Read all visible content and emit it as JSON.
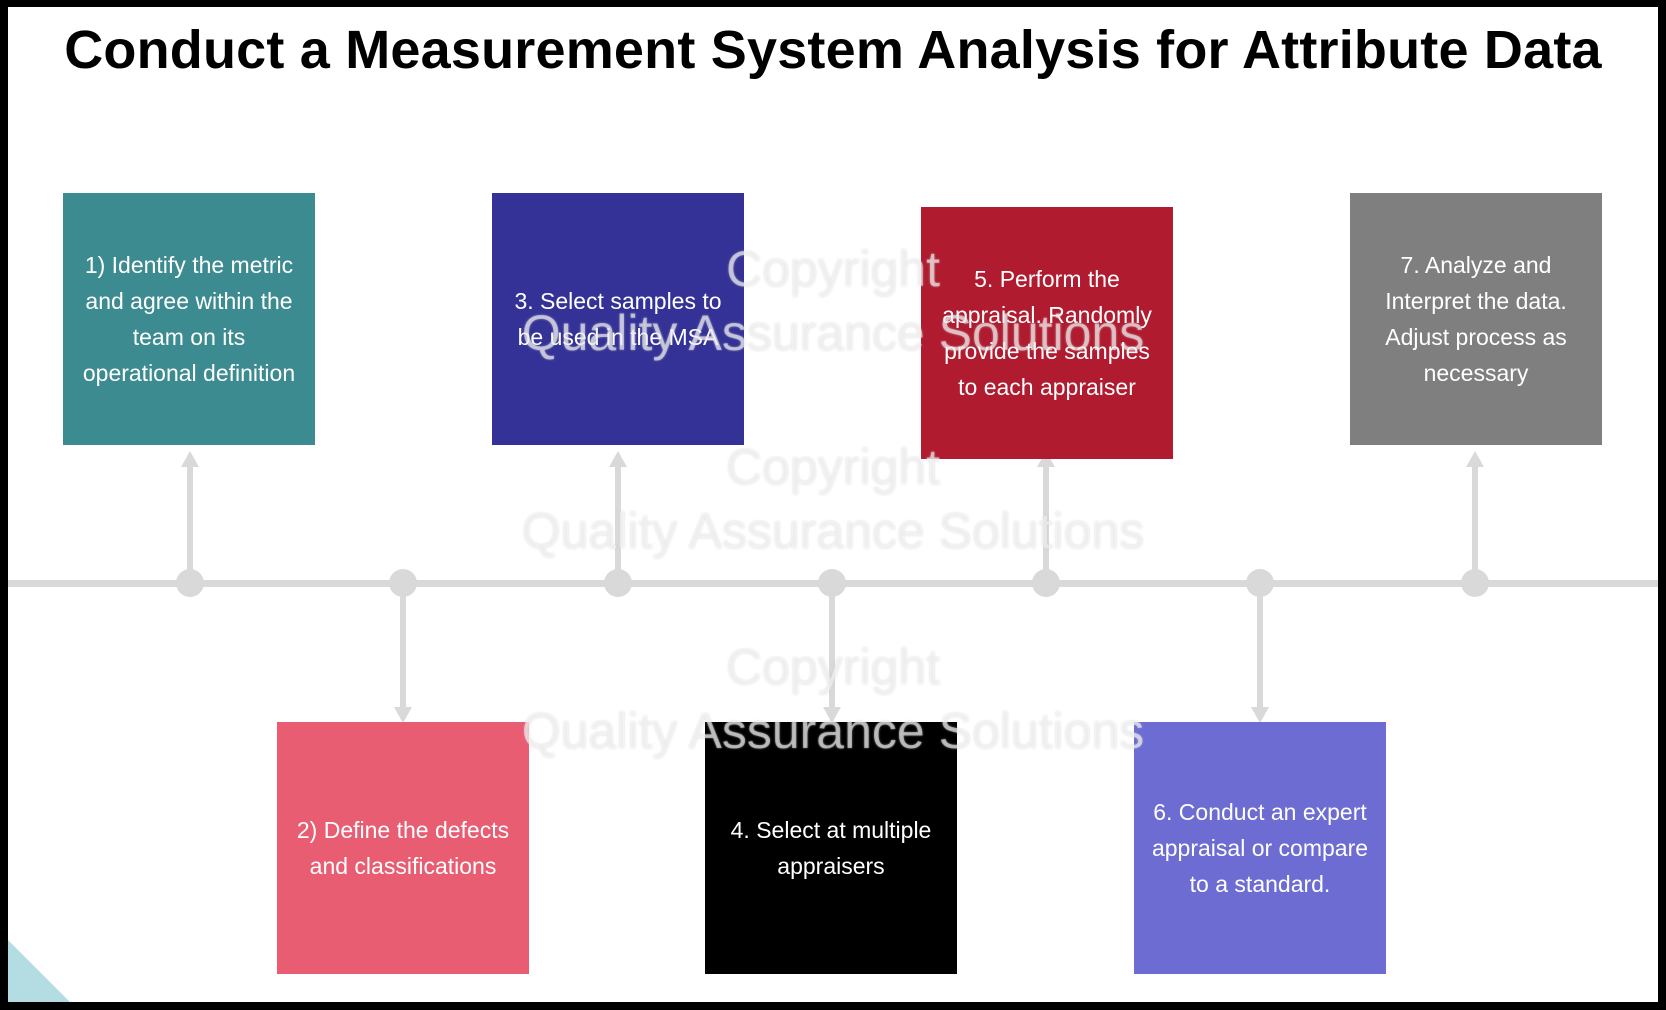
{
  "title": "Conduct a Measurement System Analysis for Attribute Data",
  "steps": [
    {
      "text": "1) Identify the metric and agree within the team on its operational definition",
      "color": "#3c8b91"
    },
    {
      "text": "2) Define the defects and classifications",
      "color": "#e85d72"
    },
    {
      "text": "3. Select samples to be used in the MSA",
      "color": "#343297"
    },
    {
      "text": "4. Select at multiple appraisers",
      "color": "#000000"
    },
    {
      "text": "5. Perform the appraisal. Randomly provide the samples to each appraiser",
      "color": "#b01b30"
    },
    {
      "text": "6. Conduct an expert appraisal or compare to a standard.",
      "color": "#6d6cd2"
    },
    {
      "text": "7. Analyze and Interpret the data. Adjust process as necessary",
      "color": "#7f7f7f"
    }
  ],
  "watermark": {
    "line1": "Copyright",
    "line2": "Quality Assurance Solutions"
  },
  "colors": {
    "timeline": "#d9d9d9",
    "background": "#ffffff"
  }
}
